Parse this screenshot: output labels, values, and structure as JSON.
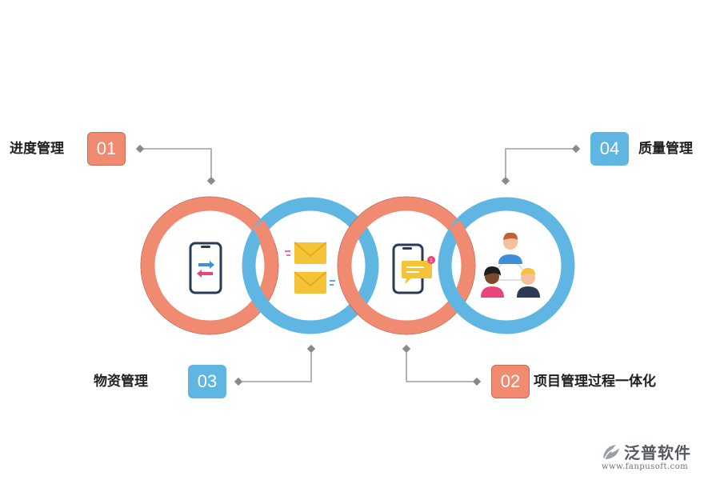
{
  "items": [
    {
      "number": "01",
      "label": "进度管理"
    },
    {
      "number": "02",
      "label": "项目管理过程一体化"
    },
    {
      "number": "03",
      "label": "物资管理"
    },
    {
      "number": "04",
      "label": "质量管理"
    }
  ],
  "colors": {
    "salmon": "#f08a71",
    "salmon_dark": "#c96a55",
    "blue": "#5fb6e3",
    "connector": "#8a8a8a",
    "envelope": "#f5c338",
    "phone_frame": "#2b3a56"
  },
  "logo": {
    "name": "泛普软件",
    "url": "www.fanpusoft.com"
  }
}
